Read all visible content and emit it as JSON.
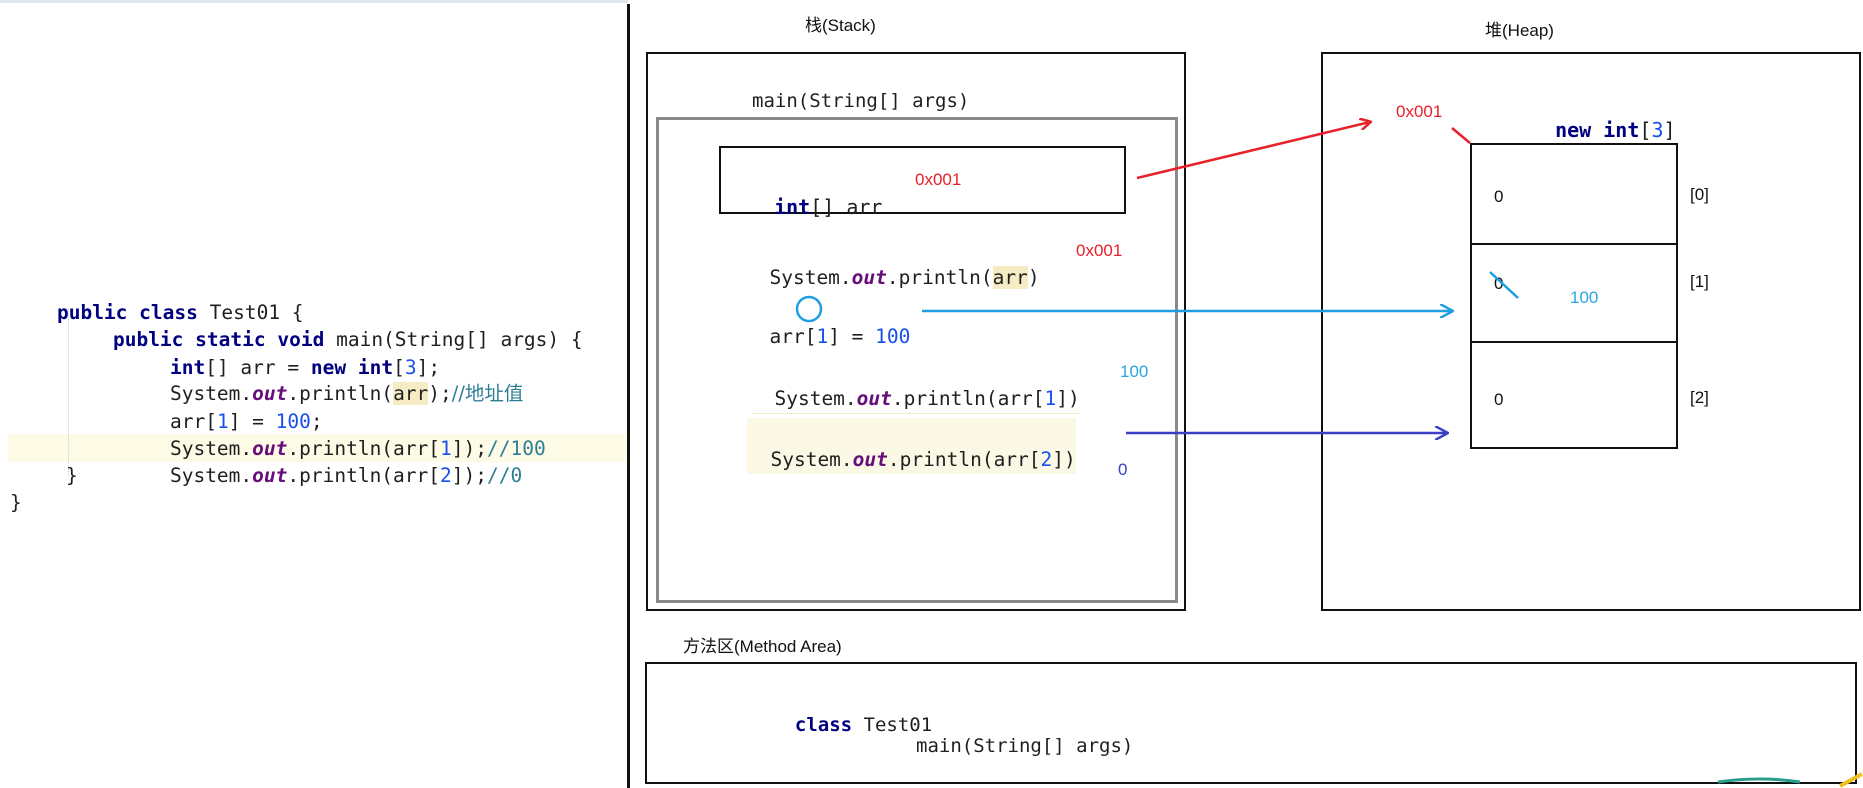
{
  "code": {
    "line1": {
      "kw1": "public",
      "kw2": "class",
      "name": "Test01 {"
    },
    "line2": {
      "kw1": "public",
      "kw2": "static",
      "kw3": "void",
      "rest": "main(String[] args) {"
    },
    "line3": {
      "kw1": "int",
      "mid": "[] arr = ",
      "kw2": "new",
      "kw3": "int",
      "open": "[",
      "num": "3",
      "close": "];"
    },
    "line4": {
      "a": "System.",
      "fld": "out",
      "b": ".println(",
      "hl": "arr",
      "c": ");",
      "cmt": "//地址值"
    },
    "line5": {
      "a": "arr[",
      "num1": "1",
      "b": "] = ",
      "num2": "100",
      "c": ";"
    },
    "line6": {
      "a": "System.",
      "fld": "out",
      "b": ".println(arr[",
      "num": "1",
      "c": "]);",
      "cmt": "//100"
    },
    "line7": {
      "a": "System.",
      "fld": "out",
      "b": ".println(arr[",
      "num": "2",
      "c": "]);",
      "cmt": "//0"
    },
    "line8": "}",
    "line9": "}"
  },
  "stack": {
    "title": "栈(Stack)",
    "frame_label": "main(String[] args)",
    "var": {
      "kw": "int",
      "rest": "[] arr",
      "addr": "0x001"
    },
    "print_arr": {
      "a": "System.",
      "fld": "out",
      "b": ".println(",
      "hl": "arr",
      "c": ")",
      "note": "0x001"
    },
    "assign": {
      "a": "arr[",
      "idx": "1",
      "b": "] = ",
      "val": "100"
    },
    "print_1": {
      "a": "System.",
      "fld": "out",
      "b": ".println(arr[",
      "num": "1",
      "c": "])",
      "note": "100"
    },
    "print_2": {
      "a": "System.",
      "fld": "out",
      "b": ".println(arr[",
      "num": "2",
      "c": "])",
      "note": "0"
    }
  },
  "heap": {
    "title": "堆(Heap)",
    "object": {
      "kw1": "new",
      "kw2": "int",
      "open": "[",
      "num": "3",
      "close": "]"
    },
    "addr": "0x001",
    "cells": [
      {
        "value": "0",
        "index": "[0]"
      },
      {
        "value": "0",
        "new_value": "100",
        "index": "[1]"
      },
      {
        "value": "0",
        "index": "[2]"
      }
    ]
  },
  "method_area": {
    "title": "方法区(Method Area)",
    "class_kw": "class",
    "class_name": "Test01",
    "method": "main(String[] args)"
  },
  "colors": {
    "red": "#e8202a",
    "light_blue": "#27a7e0",
    "dark_blue": "#3a3fc4",
    "highlight": "#f5ecc3"
  }
}
